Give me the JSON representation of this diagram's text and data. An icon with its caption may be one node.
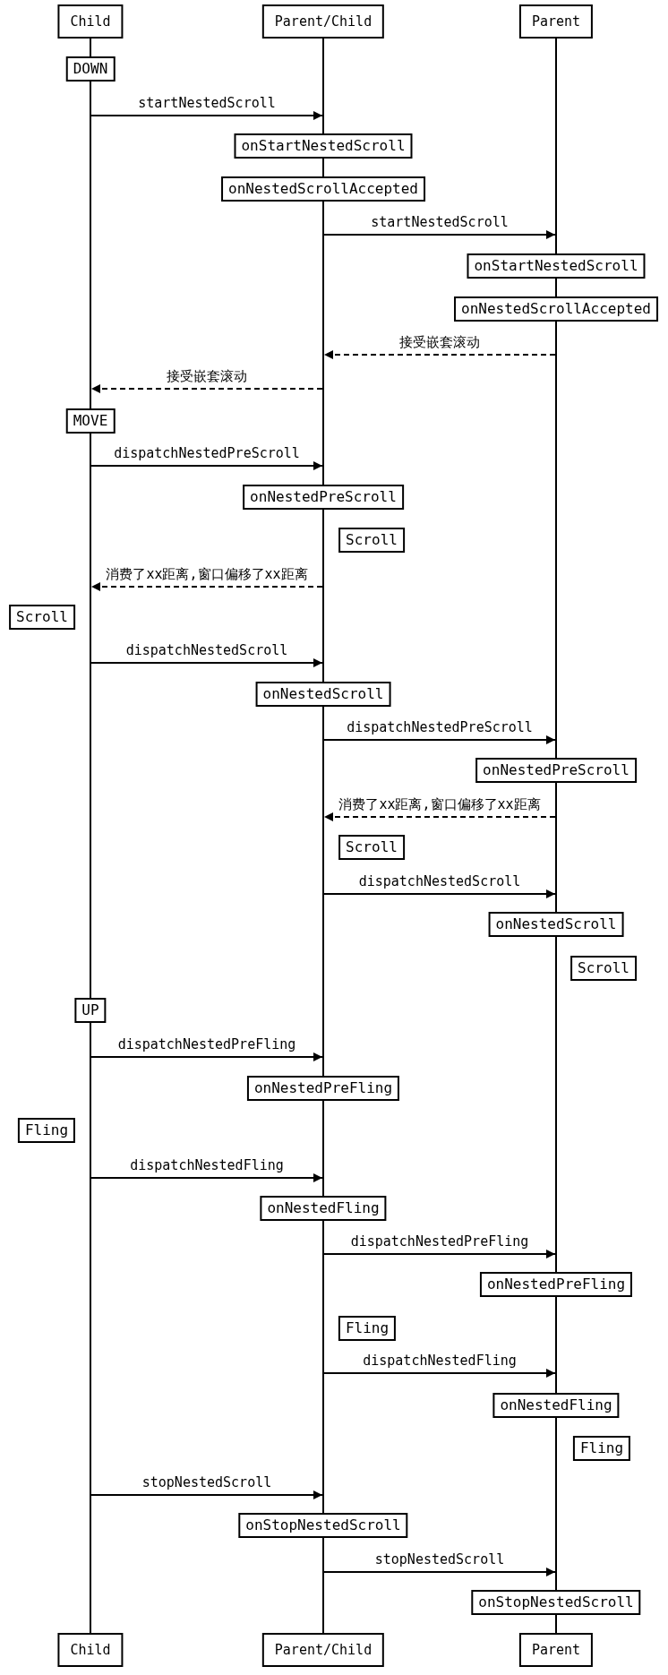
{
  "diagram": {
    "nodes": [
      {
        "text": [
          "Child"
        ]
      },
      {
        "text": [
          "Parent/Child"
        ]
      },
      {
        "text": [
          "Parent"
        ]
      },
      {
        "text": [
          "DOWN"
        ]
      },
      {
        "text": [
          "onStartNestedScroll"
        ]
      },
      {
        "text": [
          "onNestedScrollAccepted"
        ]
      },
      {
        "text": [
          "onStartNestedScroll"
        ]
      },
      {
        "text": [
          "onNestedScrollAccepted"
        ]
      },
      {
        "text": [
          "MOVE"
        ]
      },
      {
        "text": [
          "onNestedPreScroll"
        ]
      },
      {
        "text": [
          "Scroll"
        ]
      },
      {
        "text": [
          "Scroll"
        ]
      },
      {
        "text": [
          "onNestedScroll"
        ]
      },
      {
        "text": [
          "onNestedPreScroll"
        ]
      },
      {
        "text": [
          "Scroll"
        ]
      },
      {
        "text": [
          "onNestedScroll"
        ]
      },
      {
        "text": [
          "Scroll"
        ]
      },
      {
        "text": [
          "UP"
        ]
      },
      {
        "text": [
          "onNestedPreFling"
        ]
      },
      {
        "text": [
          "Fling"
        ]
      },
      {
        "text": [
          "onNestedFling"
        ]
      },
      {
        "text": [
          "onNestedPreFling"
        ]
      },
      {
        "text": [
          "Fling"
        ]
      },
      {
        "text": [
          "onNestedFling"
        ]
      },
      {
        "text": [
          "Fling"
        ]
      },
      {
        "text": [
          "onStopNestedScroll"
        ]
      },
      {
        "text": [
          "onStopNestedScroll"
        ]
      },
      {
        "text": [
          "Child"
        ]
      },
      {
        "text": [
          "Parent/Child"
        ]
      },
      {
        "text": [
          "Parent"
        ]
      },
      {
        "text": [],
        "shape": "bar"
      },
      {
        "text": [],
        "shape": "bar"
      },
      {
        "text": [],
        "shape": "bar"
      },
      {
        "text": [],
        "shape": "bar"
      },
      {
        "text": [],
        "shape": "bar"
      },
      {
        "text": [],
        "shape": "bar"
      },
      {
        "text": [],
        "shape": "bar"
      },
      {
        "text": [],
        "shape": "bar"
      },
      {
        "text": [],
        "shape": "bar"
      },
      {
        "text": [],
        "shape": "bar"
      },
      {
        "text": [],
        "shape": "bar"
      },
      {
        "text": [],
        "shape": "bar"
      },
      {
        "text": [],
        "shape": "bar"
      },
      {
        "text": [],
        "shape": "bar"
      },
      {
        "text": [],
        "shape": "bar"
      },
      {
        "text": [],
        "shape": "bar"
      },
      {
        "text": [],
        "shape": "bar"
      },
      {
        "text": [],
        "shape": "bar"
      },
      {
        "text": [],
        "shape": "bar"
      },
      {
        "text": [],
        "shape": "bar"
      }
    ],
    "edges": [
      {
        "from": 31,
        "to": 34,
        "arrow": "to",
        "label": "startNestedScroll"
      },
      {
        "from": 36,
        "to": 42,
        "arrow": "to",
        "label": "startNestedScroll"
      },
      {
        "from": 44,
        "to": 36,
        "arrow": "to",
        "label": "接受嵌套滚动",
        "style": "dashed"
      },
      {
        "from": 36,
        "to": 31,
        "arrow": "to",
        "label": "接受嵌套滚动",
        "style": "dashed"
      },
      {
        "from": 32,
        "to": 36,
        "arrow": "to",
        "label": "dispatchNestedPreScroll"
      },
      {
        "from": 37,
        "to": 32,
        "arrow": "to",
        "label": "消费了xx距离,窗口偏移了xx距离",
        "style": "dashed"
      },
      {
        "from": 32,
        "to": 37,
        "arrow": "to",
        "label": "dispatchNestedScroll"
      },
      {
        "from": 38,
        "to": 44,
        "arrow": "to",
        "label": "dispatchNestedPreScroll"
      },
      {
        "from": 45,
        "to": 38,
        "arrow": "to",
        "label": "消费了xx距离,窗口偏移了xx距离",
        "style": "dashed"
      },
      {
        "from": 38,
        "to": 45,
        "arrow": "to",
        "label": "dispatchNestedScroll"
      },
      {
        "from": 33,
        "to": 38,
        "arrow": "to",
        "label": "dispatchNestedPreFling"
      },
      {
        "from": 33,
        "to": 39,
        "arrow": "to",
        "label": "dispatchNestedFling"
      },
      {
        "from": 40,
        "to": 46,
        "arrow": "to",
        "label": "dispatchNestedPreFling"
      },
      {
        "from": 40,
        "to": 47,
        "arrow": "to",
        "label": "dispatchNestedFling"
      },
      {
        "from": 33,
        "to": 40,
        "arrow": "to",
        "label": "stopNestedScroll"
      },
      {
        "from": 41,
        "to": 48,
        "arrow": "to",
        "label": "stopNestedScroll"
      }
    ]
  }
}
